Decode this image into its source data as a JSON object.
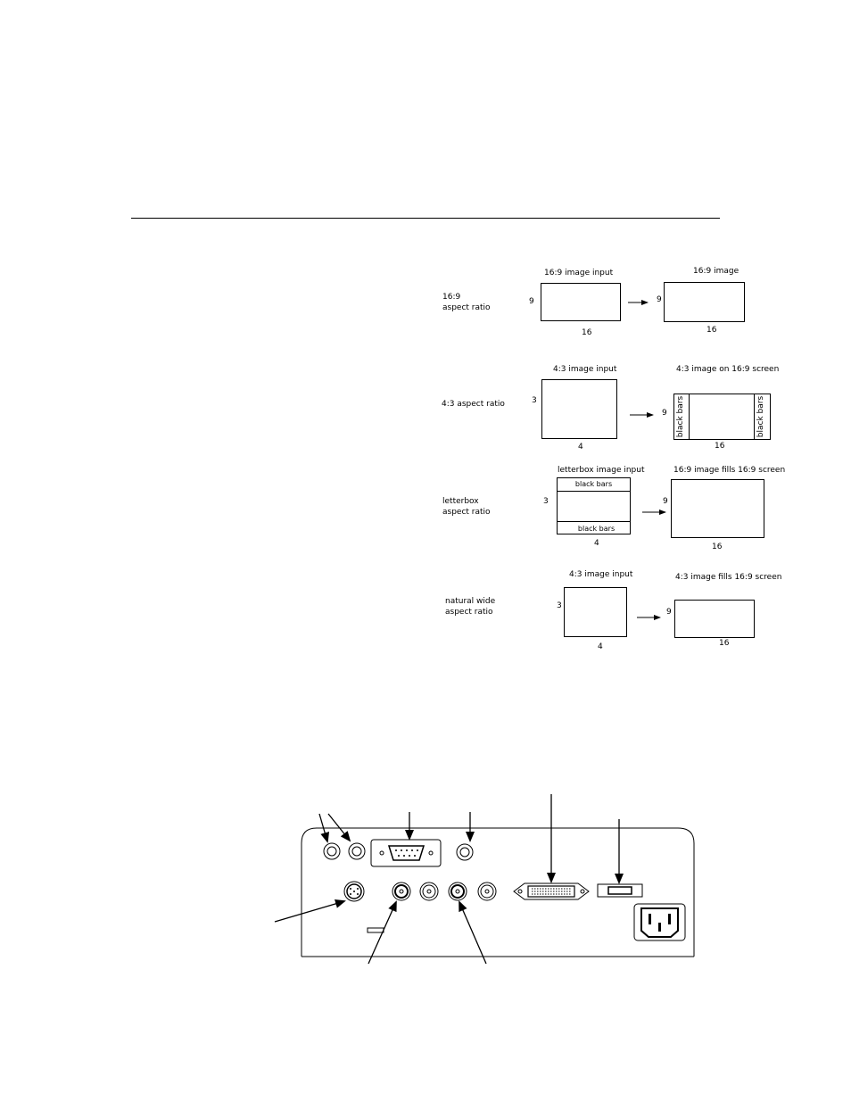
{
  "rows": [
    {
      "label": "16:9\naspect ratio",
      "input_title": "16:9 image input",
      "output_title": "16:9 image",
      "input_w": "16",
      "input_h": "9",
      "output_w": "16",
      "output_h": "9"
    },
    {
      "label": "4:3 aspect ratio",
      "input_title": "4:3 image input",
      "output_title": "4:3 image on 16:9 screen",
      "input_w": "4",
      "input_h": "3",
      "output_w": "16",
      "output_h": "9",
      "side_bar_left": "black bars",
      "side_bar_right": "black bars"
    },
    {
      "label": "letterbox\naspect ratio",
      "input_title": "letterbox image input",
      "output_title": "16:9 image fills 16:9 screen",
      "input_w": "4",
      "input_h": "3",
      "output_w": "16",
      "output_h": "9",
      "bar_top": "black bars",
      "bar_bottom": "black bars"
    },
    {
      "label": "natural wide\naspect ratio",
      "input_title": "4:3 image input",
      "output_title": "4:3 image fills 16:9 screen",
      "input_w": "4",
      "input_h": "3",
      "output_w": "16",
      "output_h": "9"
    }
  ]
}
